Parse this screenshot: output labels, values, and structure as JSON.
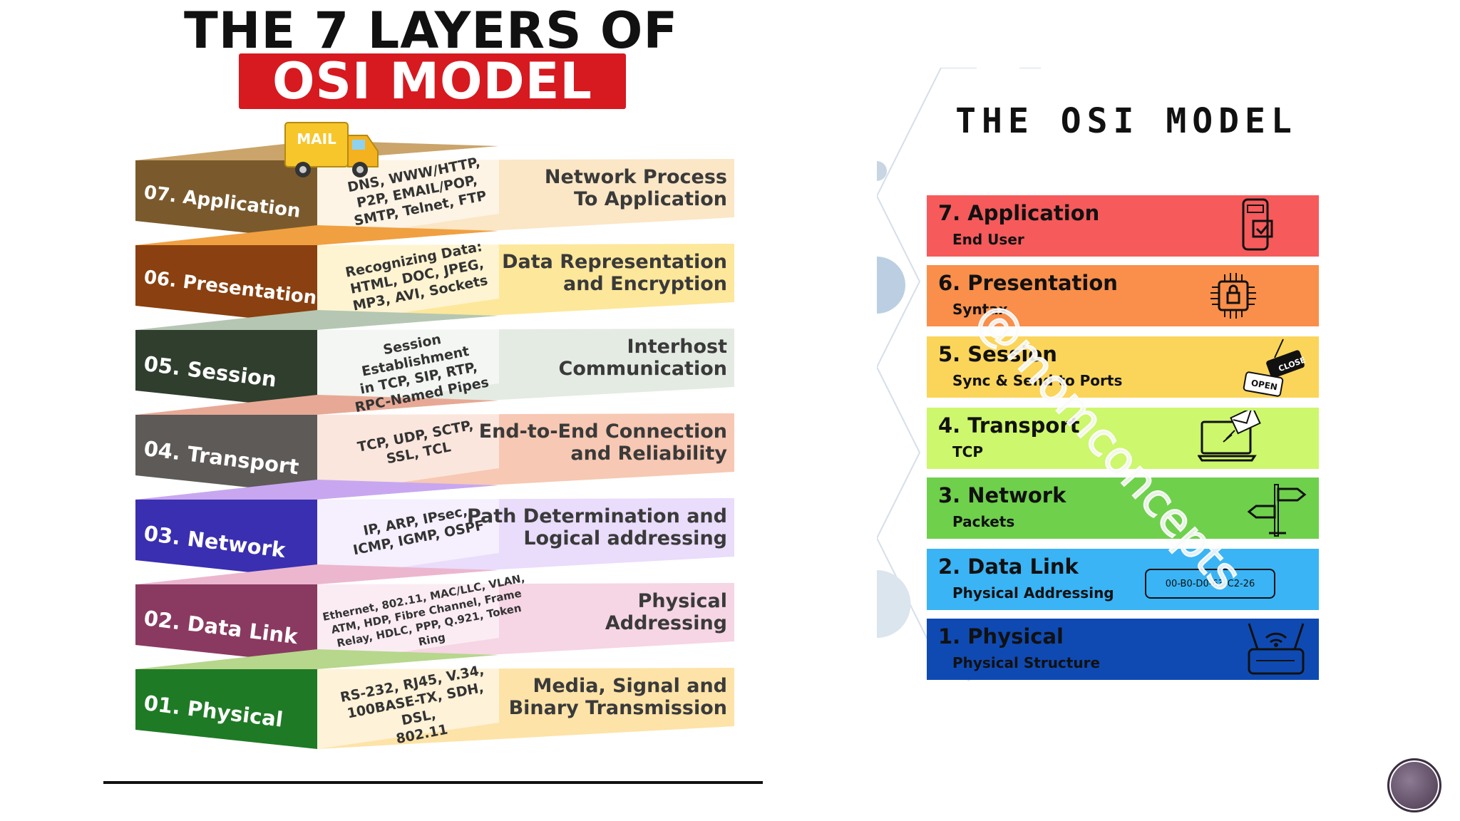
{
  "left": {
    "title_line1": "THE 7 LAYERS OF",
    "title_line2": "OSI MODEL",
    "truck_label": "MAIL",
    "layers": [
      {
        "name": "07. Application",
        "protocols": "DNS, WWW/HTTP,\nP2P, EMAIL/POP,\nSMTP, Telnet, FTP",
        "description": "Network Process\nTo Application",
        "front_color": "#7a5a2d",
        "top_color": "#caa46a",
        "panel_color": "#fbe6c6"
      },
      {
        "name": "06. Presentation",
        "protocols": "Recognizing Data:\nHTML, DOC, JPEG,\nMP3, AVI, Sockets",
        "description": "Data Representation\nand Encryption",
        "front_color": "#8a4010",
        "top_color": "#f0a040",
        "panel_color": "#fde79a"
      },
      {
        "name": "05. Session",
        "protocols": "Session Establishment\nin TCP, SIP, RTP,\nRPC-Named Pipes",
        "description": "Interhost\nCommunication",
        "front_color": "#2f3e2d",
        "top_color": "#b5c7b2",
        "panel_color": "#e4ebe3"
      },
      {
        "name": "04. Transport",
        "protocols": "TCP, UDP, SCTP,\nSSL, TCL",
        "description": "End-to-End Connection\nand Reliability",
        "front_color": "#5e5a57",
        "top_color": "#e7a995",
        "panel_color": "#f7c8b3"
      },
      {
        "name": "03. Network",
        "protocols": "IP, ARP, IPsec,\nICMP, IGMP, OSPF",
        "description": "Path Determination and\nLogical addressing",
        "front_color": "#3a2fb0",
        "top_color": "#c8a7f0",
        "panel_color": "#eadcfb"
      },
      {
        "name": "02. Data Link",
        "protocols": "Ethernet, 802.11, MAC/LLC, VLAN,\nATM, HDP, Fibre Channel, Frame\nRelay, HDLC, PPP, Q.921, Token Ring",
        "description": "Physical\nAddressing",
        "front_color": "#8a3a60",
        "top_color": "#ecb6cf",
        "panel_color": "#f6d5e4"
      },
      {
        "name": "01. Physical",
        "protocols": "RS-232, RJ45, V.34,\n100BASE-TX, SDH, DSL,\n802.11",
        "description": "Media, Signal and\nBinary Transmission",
        "front_color": "#1f7a25",
        "top_color": "#b6d78c",
        "panel_color": "#fde3a8"
      }
    ]
  },
  "right": {
    "title": "THE OSI MODEL",
    "watermark": "@momconcepts",
    "layers": [
      {
        "name": "7. Application",
        "sub": "End User",
        "color": "#f65a5b",
        "icon": "phone-check-icon"
      },
      {
        "name": "6. Presentation",
        "sub": "Syntax",
        "color": "#f98f4a",
        "icon": "chip-lock-icon"
      },
      {
        "name": "5. Session",
        "sub": "Sync & Send to Ports",
        "color": "#fbd55a",
        "icon": "open-close-sign-icon"
      },
      {
        "name": "4. Transport",
        "sub": "TCP",
        "color": "#cdf76c",
        "icon": "laptop-mail-icon"
      },
      {
        "name": "3. Network",
        "sub": "Packets",
        "color": "#6fd04c",
        "icon": "signpost-icon"
      },
      {
        "name": "2. Data Link",
        "sub": "Physical Addressing",
        "color": "#3ab4f5",
        "icon": "mac-address-icon",
        "mac": "00-B0-D0-63-C2-26"
      },
      {
        "name": "1. Physical",
        "sub": "Physical Structure",
        "color": "#0f4ab3",
        "icon": "router-icon"
      }
    ]
  }
}
